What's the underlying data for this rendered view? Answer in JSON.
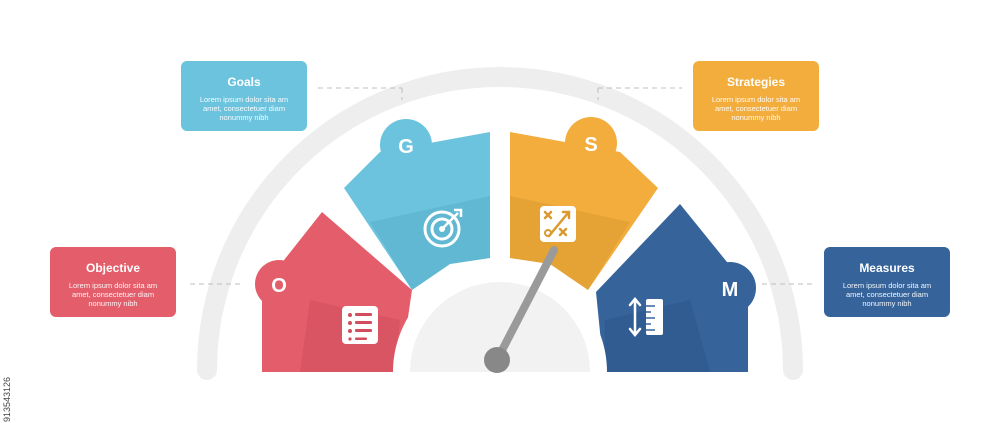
{
  "diagram": {
    "sections": [
      {
        "key": "objective",
        "letter": "O",
        "title": "Objective",
        "text": "Lorem ipsum dolor sita am amet, consectetuer diam nonummy  nibh",
        "color": "#E35D6A",
        "icon": "list-icon"
      },
      {
        "key": "goals",
        "letter": "G",
        "title": "Goals",
        "text": "Lorem ipsum dolor sita am amet, consectetuer diam nonummy  nibh",
        "color": "#6CC3DE",
        "icon": "target-icon"
      },
      {
        "key": "strategies",
        "letter": "S",
        "title": "Strategies",
        "text": "Lorem ipsum dolor sita am amet, consectetuer diam nonummy  nibh",
        "color": "#F2AD3D",
        "icon": "strategy-icon"
      },
      {
        "key": "measures",
        "letter": "M",
        "title": "Measures",
        "text": "Lorem ipsum dolor sita am amet, consectetuer diam nonummy  nibh",
        "color": "#35639A",
        "icon": "ruler-icon"
      }
    ],
    "needle_color": "#9A9A9A",
    "arc_color": "#EEEEEE"
  },
  "watermark": "913543126"
}
